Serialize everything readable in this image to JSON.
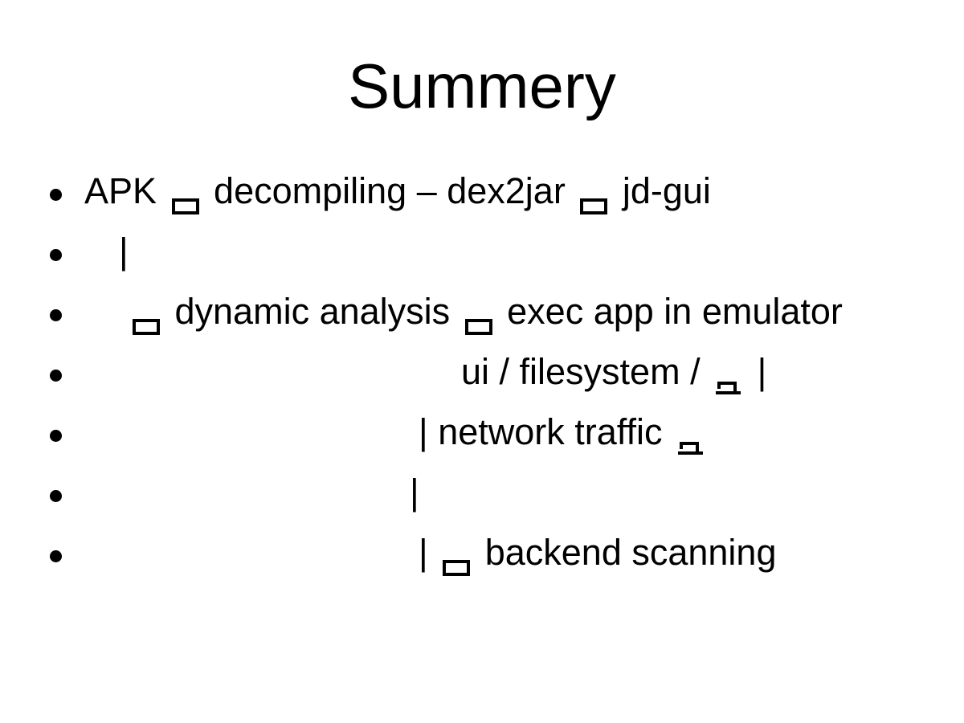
{
  "slide": {
    "title": "Summery",
    "text_color": "#000000",
    "background_color": "#ffffff",
    "bullets": [
      {
        "indent": 0,
        "segments": [
          {
            "type": "text",
            "value": "APK "
          },
          {
            "type": "glyph",
            "icon": "placeholder-box"
          },
          {
            "type": "text",
            "value": " decompiling – dex2jar "
          },
          {
            "type": "glyph",
            "icon": "placeholder-box"
          },
          {
            "type": "text",
            "value": " jd-gui"
          }
        ]
      },
      {
        "indent": 43,
        "segments": [
          {
            "type": "text",
            "value": "|"
          }
        ]
      },
      {
        "indent": 54,
        "segments": [
          {
            "type": "glyph",
            "icon": "placeholder-box"
          },
          {
            "type": "text",
            "value": " dynamic analysis "
          },
          {
            "type": "glyph",
            "icon": "placeholder-box"
          },
          {
            "type": "text",
            "value": " exec app in emulator"
          }
        ]
      },
      {
        "indent": 469,
        "segments": [
          {
            "type": "text",
            "value": "ui / filesystem / "
          },
          {
            "type": "glyph",
            "icon": "placeholder-bars"
          },
          {
            "type": "text",
            "value": " |"
          }
        ]
      },
      {
        "indent": 416,
        "segments": [
          {
            "type": "text",
            "value": "| network traffic "
          },
          {
            "type": "glyph",
            "icon": "placeholder-bars"
          }
        ]
      },
      {
        "indent": 405,
        "segments": [
          {
            "type": "text",
            "value": "|"
          }
        ]
      },
      {
        "indent": 416,
        "segments": [
          {
            "type": "text",
            "value": "| "
          },
          {
            "type": "glyph",
            "icon": "placeholder-box"
          },
          {
            "type": "text",
            "value": " backend scanning"
          }
        ]
      }
    ]
  }
}
